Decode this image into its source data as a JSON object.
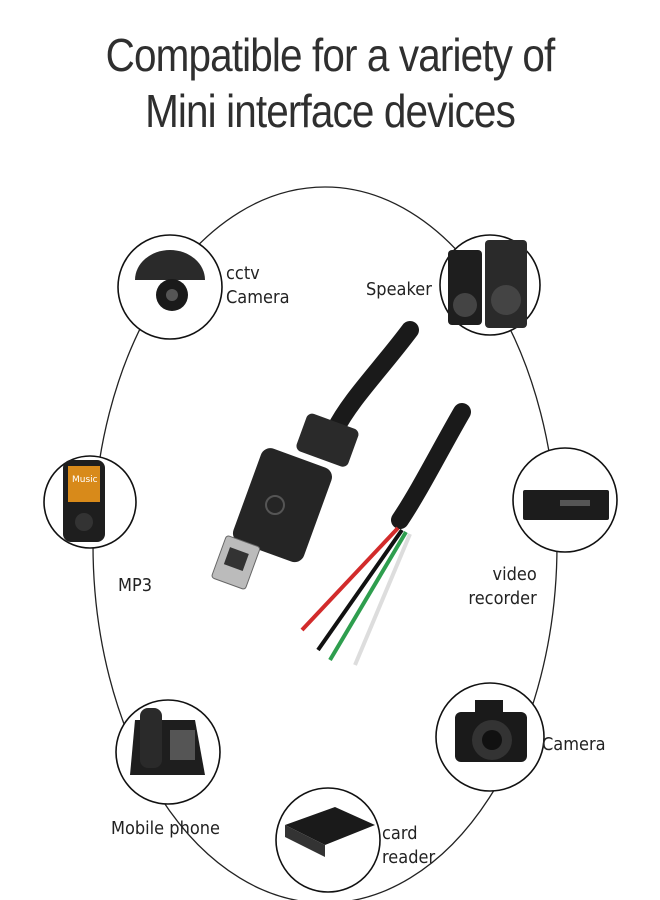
{
  "title": {
    "line1": "Compatible for a variety of",
    "line2": "Mini interface devices"
  },
  "devices": [
    {
      "id": "cctv",
      "label1": "cctv",
      "label2": "Camera",
      "icon": "cctv-camera-icon"
    },
    {
      "id": "speaker",
      "label1": "Speaker",
      "icon": "speaker-icon"
    },
    {
      "id": "mp3",
      "label1": "MP3",
      "icon": "mp3-player-icon",
      "screen_text": "Music"
    },
    {
      "id": "video",
      "label1": "video",
      "label2": "recorder",
      "icon": "video-recorder-icon"
    },
    {
      "id": "camera",
      "label1": "Camera",
      "icon": "camera-icon"
    },
    {
      "id": "phone",
      "label1": "Mobile phone",
      "icon": "phone-icon"
    },
    {
      "id": "card",
      "label1": "card",
      "label2": "reader",
      "icon": "card-reader-icon"
    }
  ],
  "wire_colors": [
    "#d22b2b",
    "#111111",
    "#2e9e4e",
    "#f2f2f2"
  ]
}
